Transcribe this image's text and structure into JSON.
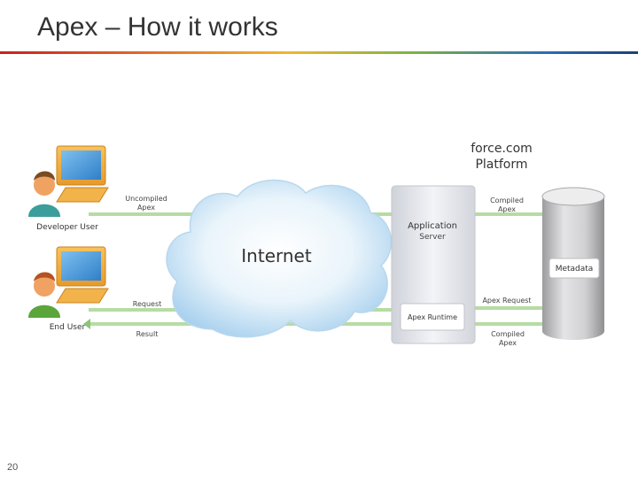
{
  "slide": {
    "title": "Apex – How it works",
    "page_number": "20"
  },
  "diagram": {
    "platform_label_line1": "force.com",
    "platform_label_line2": "Platform",
    "developer_user": "Developer User",
    "end_user": "End User",
    "cloud_label": "Internet",
    "app_server_line1": "Application",
    "app_server_line2": "Server",
    "apex_runtime": "Apex Runtime",
    "metadata": "Metadata",
    "uncompiled_line1": "Uncompiled",
    "uncompiled_line2": "Apex",
    "request": "Request",
    "result": "Result",
    "compiled_line1": "Compiled",
    "compiled_line2": "Apex",
    "apex_request": "Apex Request",
    "compiled2_line1": "Compiled",
    "compiled2_line2": "Apex"
  },
  "colors": {
    "arrow": "#9fd08a",
    "cloud": "#cfe6f6",
    "server": "#e4e6ec",
    "database": "#d4d4d6"
  }
}
